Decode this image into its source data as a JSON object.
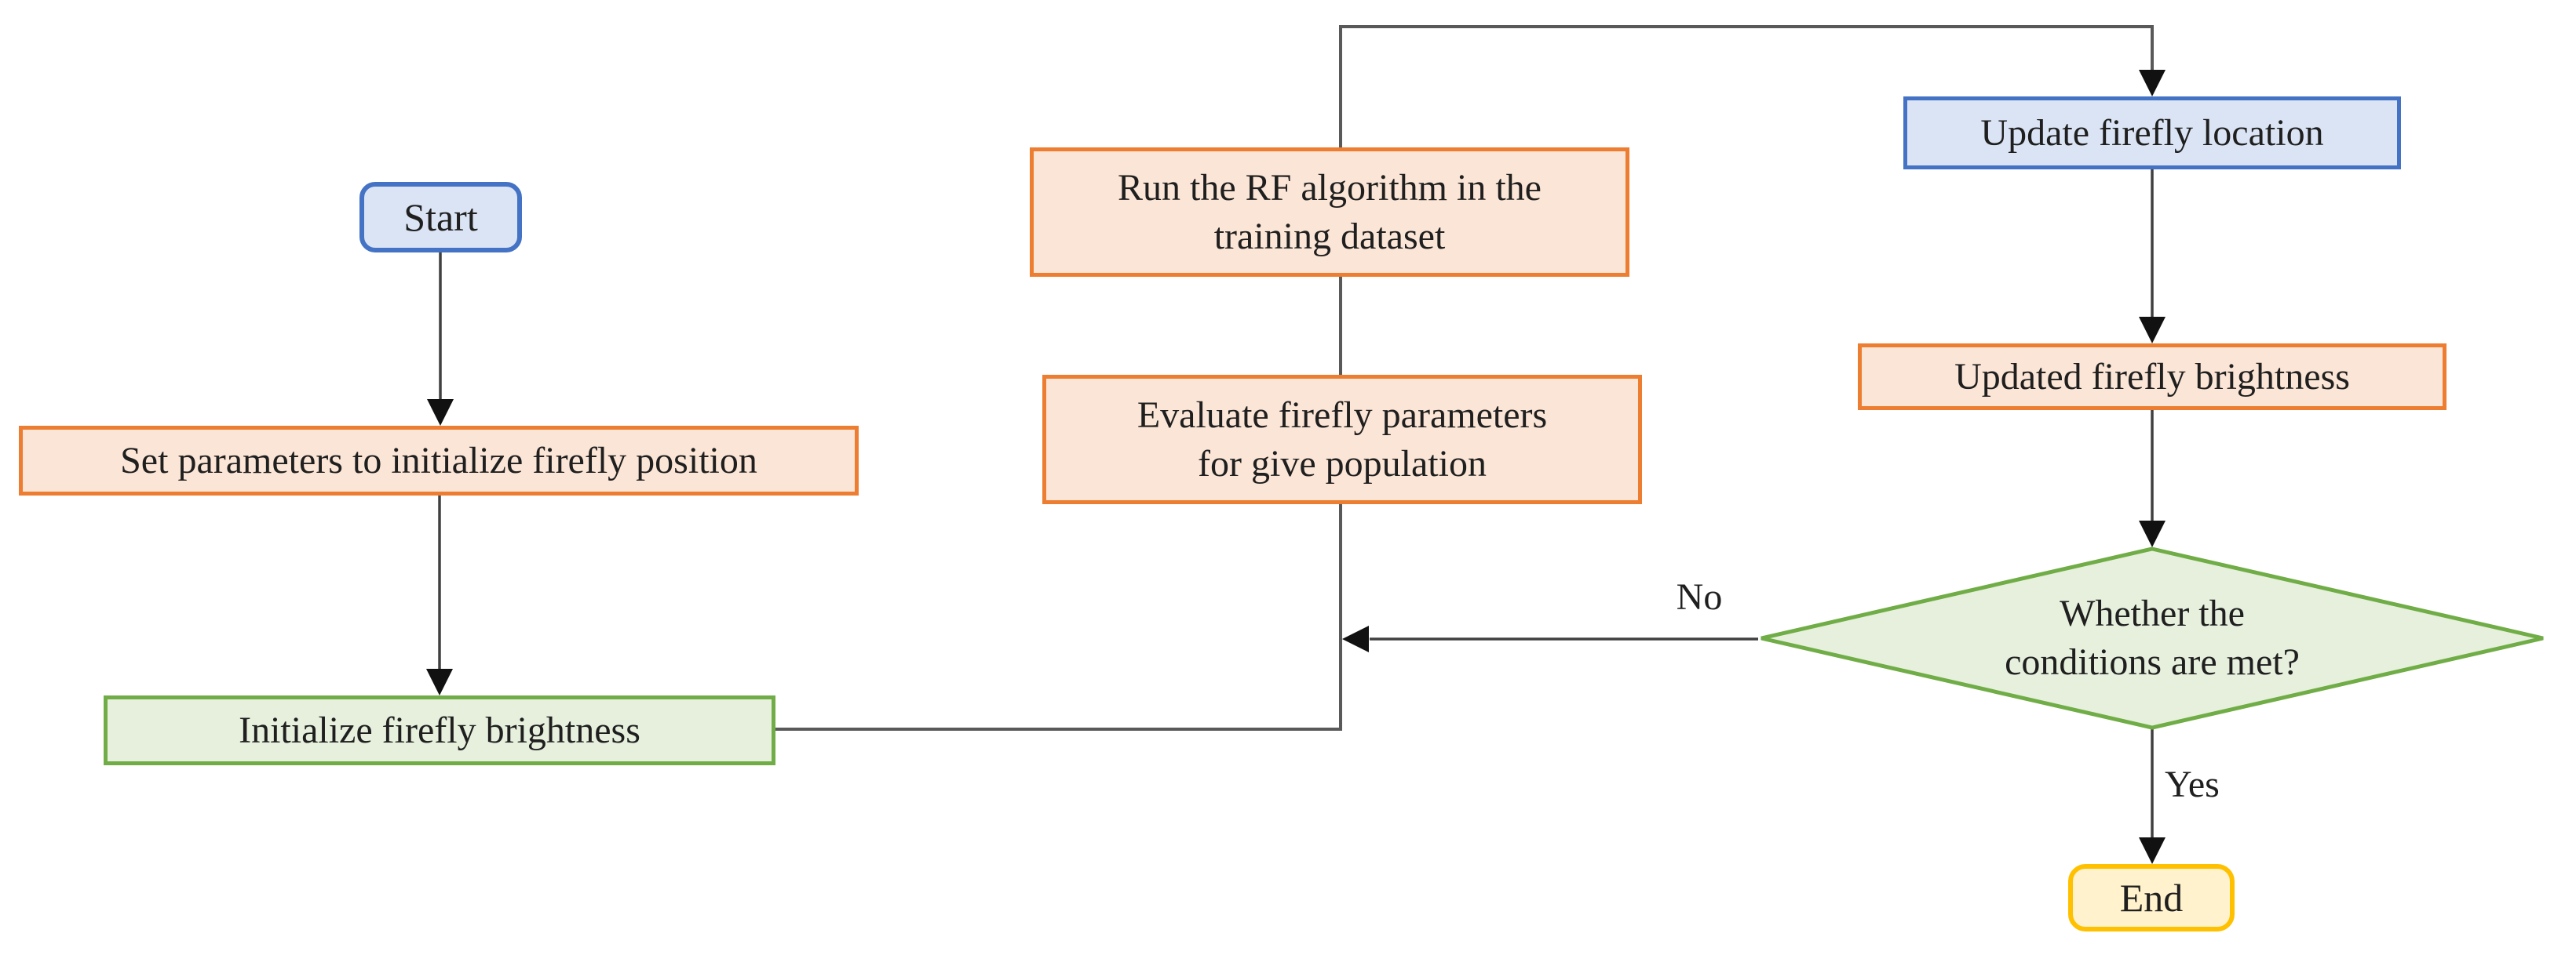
{
  "diagram_type": "flowchart",
  "palette": {
    "blue_border": "#4472c4",
    "blue_fill": "#dbe4f4",
    "orange_border": "#ed7d31",
    "orange_fill": "#fbe5d6",
    "green_border": "#70ad47",
    "green_fill": "#e6f0dd",
    "yellow_border": "#ffc000",
    "yellow_fill": "#fff2cc",
    "connector_line": "#595959",
    "arrowhead": "#111111",
    "text": "#1f1f1f",
    "background": "#ffffff"
  },
  "nodes": {
    "start": {
      "label": "Start",
      "shape": "rounded-rectangle",
      "color": "blue"
    },
    "set_parameters": {
      "label": "Set parameters to initialize firefly position",
      "shape": "rectangle",
      "color": "orange"
    },
    "initialize_brightness": {
      "label": "Initialize firefly brightness",
      "shape": "rectangle",
      "color": "green"
    },
    "run_rf": {
      "label": "Run the RF algorithm in the training dataset",
      "lines": [
        "Run the RF algorithm in the",
        "training dataset"
      ],
      "shape": "rectangle",
      "color": "orange"
    },
    "evaluate_parameters": {
      "label": "Evaluate firefly parameters for give population",
      "lines": [
        "Evaluate firefly parameters",
        "for give population"
      ],
      "shape": "rectangle",
      "color": "orange"
    },
    "update_location": {
      "label": "Update firefly location",
      "shape": "rectangle",
      "color": "blue"
    },
    "updated_brightness": {
      "label": "Updated firefly brightness",
      "shape": "rectangle",
      "color": "orange"
    },
    "condition": {
      "label": "Whether the conditions are met?",
      "lines": [
        "Whether the",
        "conditions are met?"
      ],
      "shape": "diamond",
      "color": "green"
    },
    "end": {
      "label": "End",
      "shape": "rounded-rectangle",
      "color": "yellow"
    }
  },
  "edge_labels": {
    "no": "No",
    "yes": "Yes"
  }
}
